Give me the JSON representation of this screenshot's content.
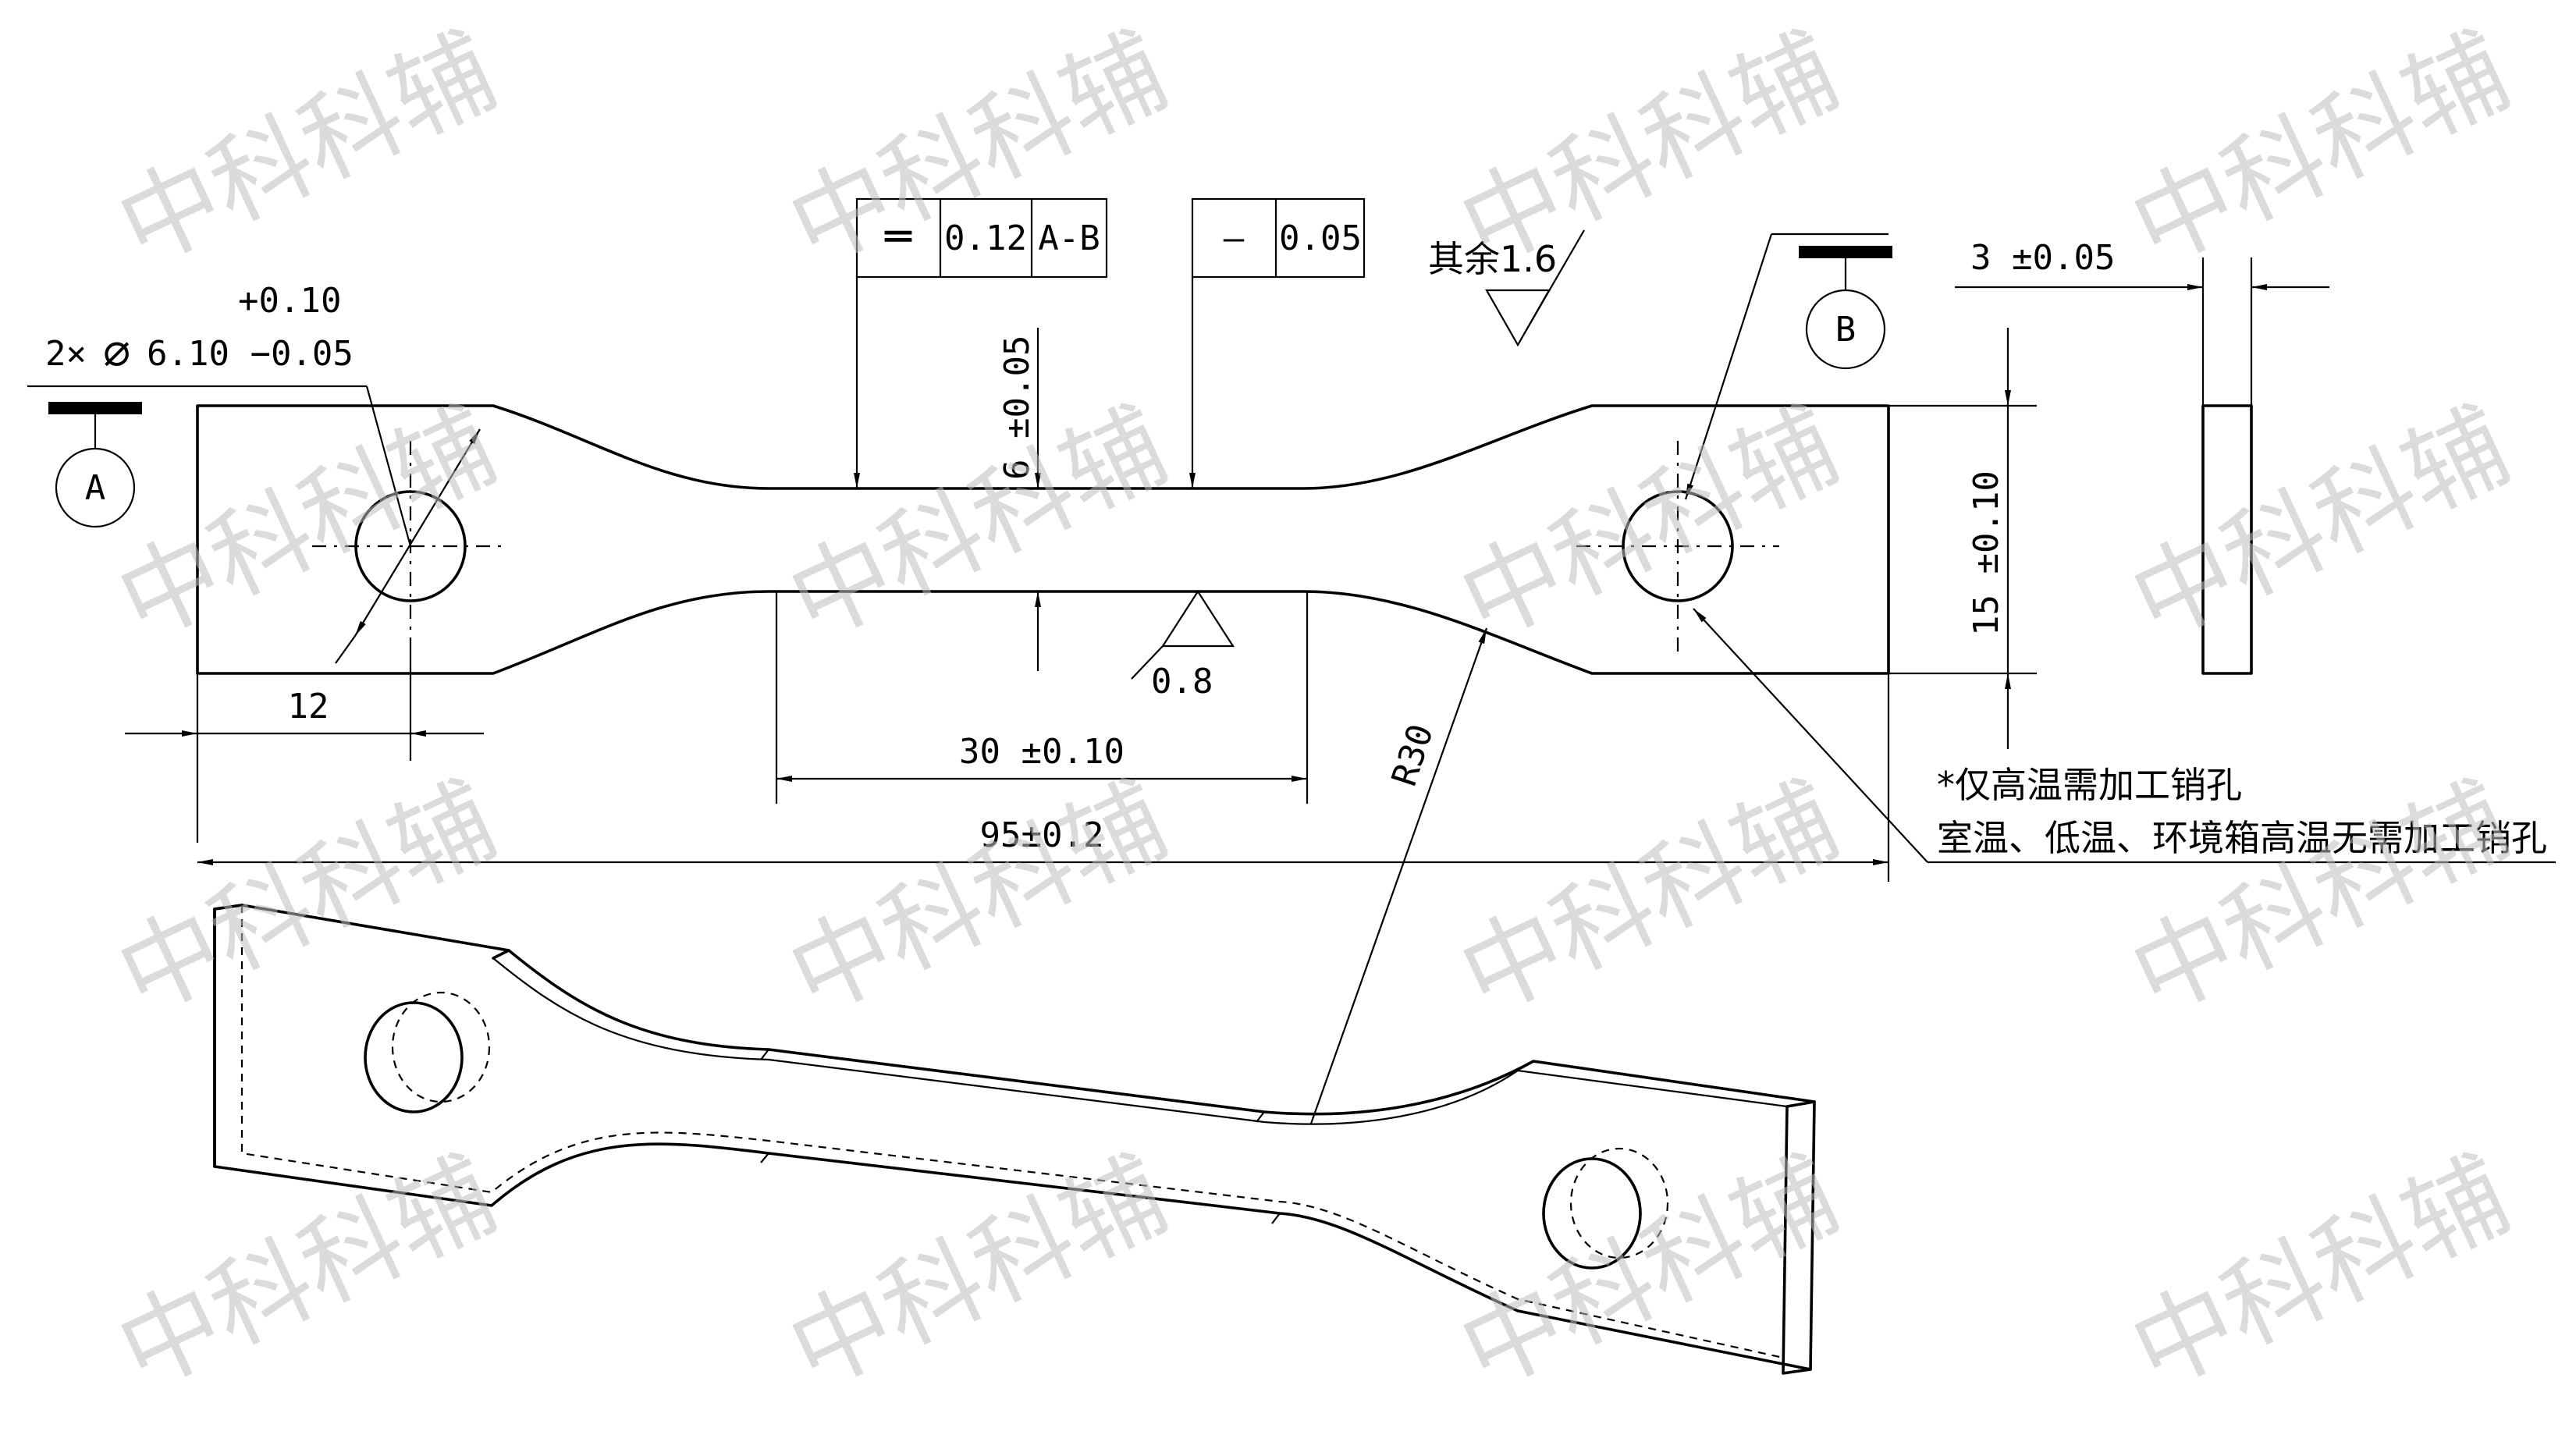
{
  "watermark": {
    "text": "中科科辅",
    "color": "#bdbdbd"
  },
  "datums": {
    "a": "A",
    "b": "B"
  },
  "gdt": {
    "symmetry": {
      "symbol": "═",
      "tolerance": "0.12",
      "datum": "A-B"
    },
    "straightness": {
      "symbol": "—",
      "tolerance": "0.05"
    }
  },
  "surface": {
    "other": "其余1.6",
    "gauge": "0.8"
  },
  "dims": {
    "hole_upper_tol": "+0.10",
    "hole_main": "2×",
    "hole_dia_symbol": "∅",
    "hole_value": "6.10 −0.05",
    "hole_offset": "12",
    "gauge_width": "6 ±0.05",
    "gauge_length": "30 ±0.10",
    "overall_length": "95±0.2",
    "radius": "R30",
    "total_width": "15 ±0.10",
    "thickness": "3 ±0.05"
  },
  "notes": {
    "line1": "*仅高温需加工销孔",
    "line2": "室温、低温、环境箱高温无需加工销孔"
  }
}
